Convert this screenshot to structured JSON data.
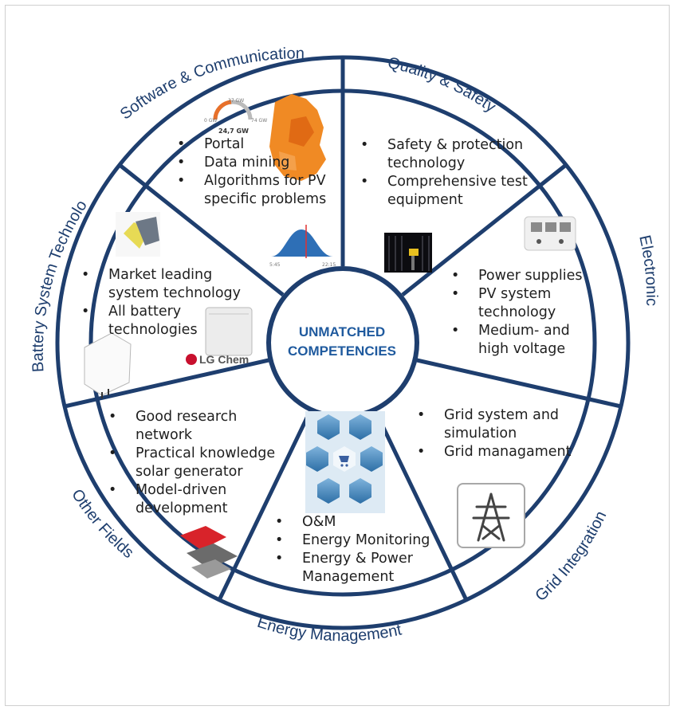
{
  "center": {
    "line1": "UNMATCHED",
    "line2": "COMPETENCIES"
  },
  "segments": [
    {
      "id": "software",
      "title": "Software & Communication",
      "bullets": [
        "Portal",
        "Data mining",
        "Algorithms for PV specific problems"
      ]
    },
    {
      "id": "quality",
      "title": "Quality & Safety",
      "bullets": [
        "Safety & protection technology",
        "Comprehensive test equipment"
      ]
    },
    {
      "id": "electronic",
      "title": "Electronic",
      "bullets": [
        "Power supplies",
        "PV system technology",
        "Medium- and high voltage"
      ]
    },
    {
      "id": "grid",
      "title": "Grid Integration",
      "bullets": [
        "Grid system and simulation",
        "Grid managament"
      ]
    },
    {
      "id": "energy",
      "title": "Energy Management",
      "bullets": [
        "O&M",
        "Energy Monitoring",
        "Energy & Power Management"
      ]
    },
    {
      "id": "other",
      "title": "Other Fields",
      "bullets": [
        "Good research network",
        "Practical knowledge solar generator",
        "Model-driven development"
      ]
    },
    {
      "id": "battery",
      "title": "Battery System Technology",
      "bullets": [
        "Market leading system technology",
        "All battery technologies"
      ]
    }
  ],
  "logos": {
    "lgchem": "LG Chem"
  },
  "gauge": {
    "value": "24,7 GW",
    "top": "37 GW",
    "left": "0 GW",
    "right": "74 GW"
  },
  "curve": {
    "start": "5:45",
    "end": "22:15"
  },
  "colors": {
    "ring": "#1e3e6e",
    "border": "#1e3e6e",
    "center_text": "#1f5a9e",
    "bullet_text": "#1f1f1f"
  }
}
